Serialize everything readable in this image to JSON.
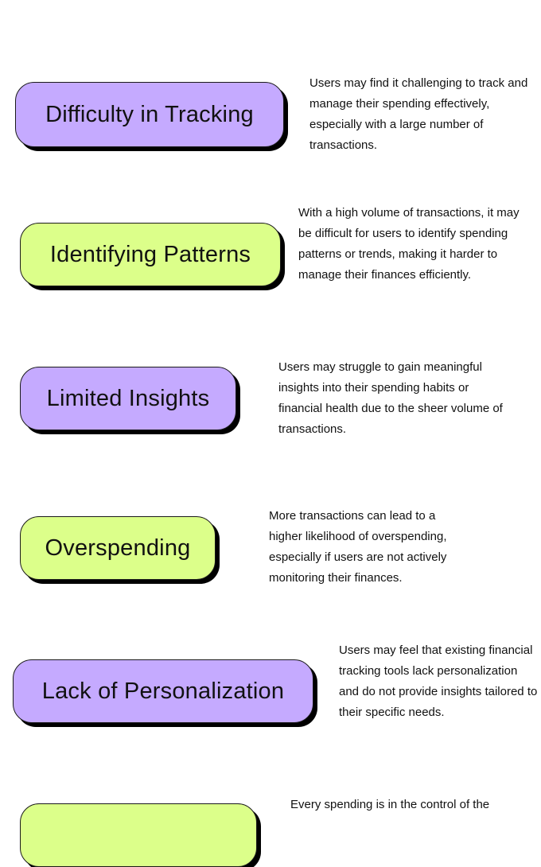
{
  "items": [
    {
      "title": "Difficulty in Tracking",
      "description": "Users may find it challenging to track and manage their spending effectively, especially with a large number of transactions.",
      "color": "#c5aaff"
    },
    {
      "title": "Identifying Patterns",
      "description": "With a high volume of transactions, it may be difficult for users to identify spending patterns or trends, making it harder to manage their finances efficiently.",
      "color": "#dcff8a"
    },
    {
      "title": "Limited Insights",
      "description": "Users may struggle to gain meaningful insights into their spending habits or financial health due to the sheer volume of transactions.",
      "color": "#c5aaff"
    },
    {
      "title": "Overspending",
      "description": "More transactions can lead to a higher likelihood of overspending, especially if users are not actively monitoring their finances.",
      "color": "#dcff8a"
    },
    {
      "title": "Lack of Personalization",
      "description": "Users may feel that existing financial tracking tools lack personalization and do not provide insights tailored to their specific needs.",
      "color": "#c5aaff"
    },
    {
      "title": "",
      "description": "Every spending is in the control of the",
      "color": "#dcff8a"
    }
  ]
}
